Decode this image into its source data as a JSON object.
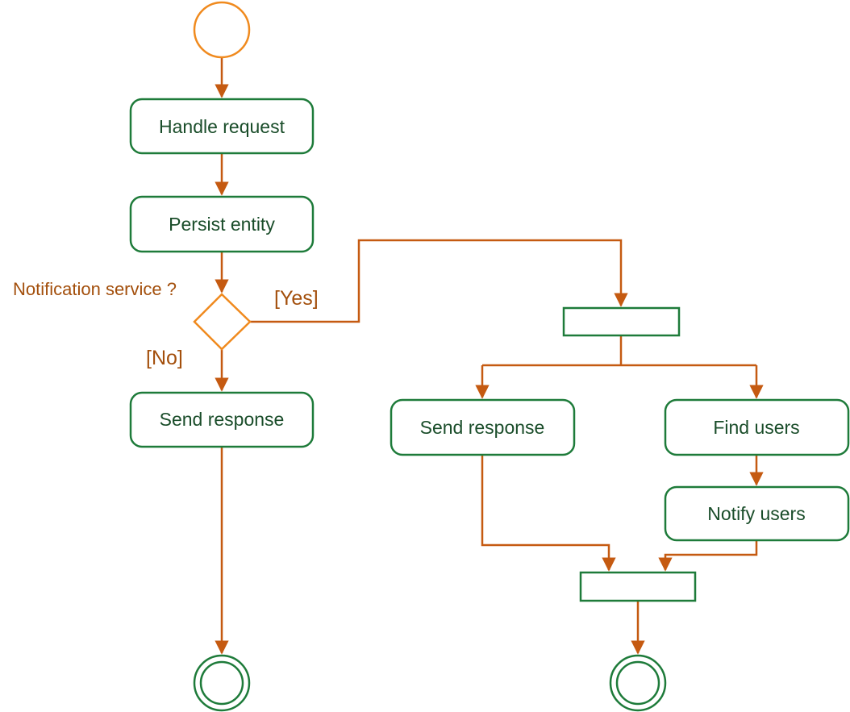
{
  "colors": {
    "flow": "#C55A11",
    "initial": "#F08A1E",
    "decision": "#F08A1E",
    "node_border": "#1E7B3A",
    "node_text": "#1A4D2A",
    "label_text": "#A34F0C"
  },
  "nodes": {
    "handle_request": "Handle request",
    "persist_entity": "Persist entity",
    "send_response_no": "Send response",
    "send_response_yes": "Send response",
    "find_users": "Find users",
    "notify_users": "Notify users"
  },
  "decision": {
    "question": "Notification service ?",
    "yes_guard": "[Yes]",
    "no_guard": "[No]"
  }
}
